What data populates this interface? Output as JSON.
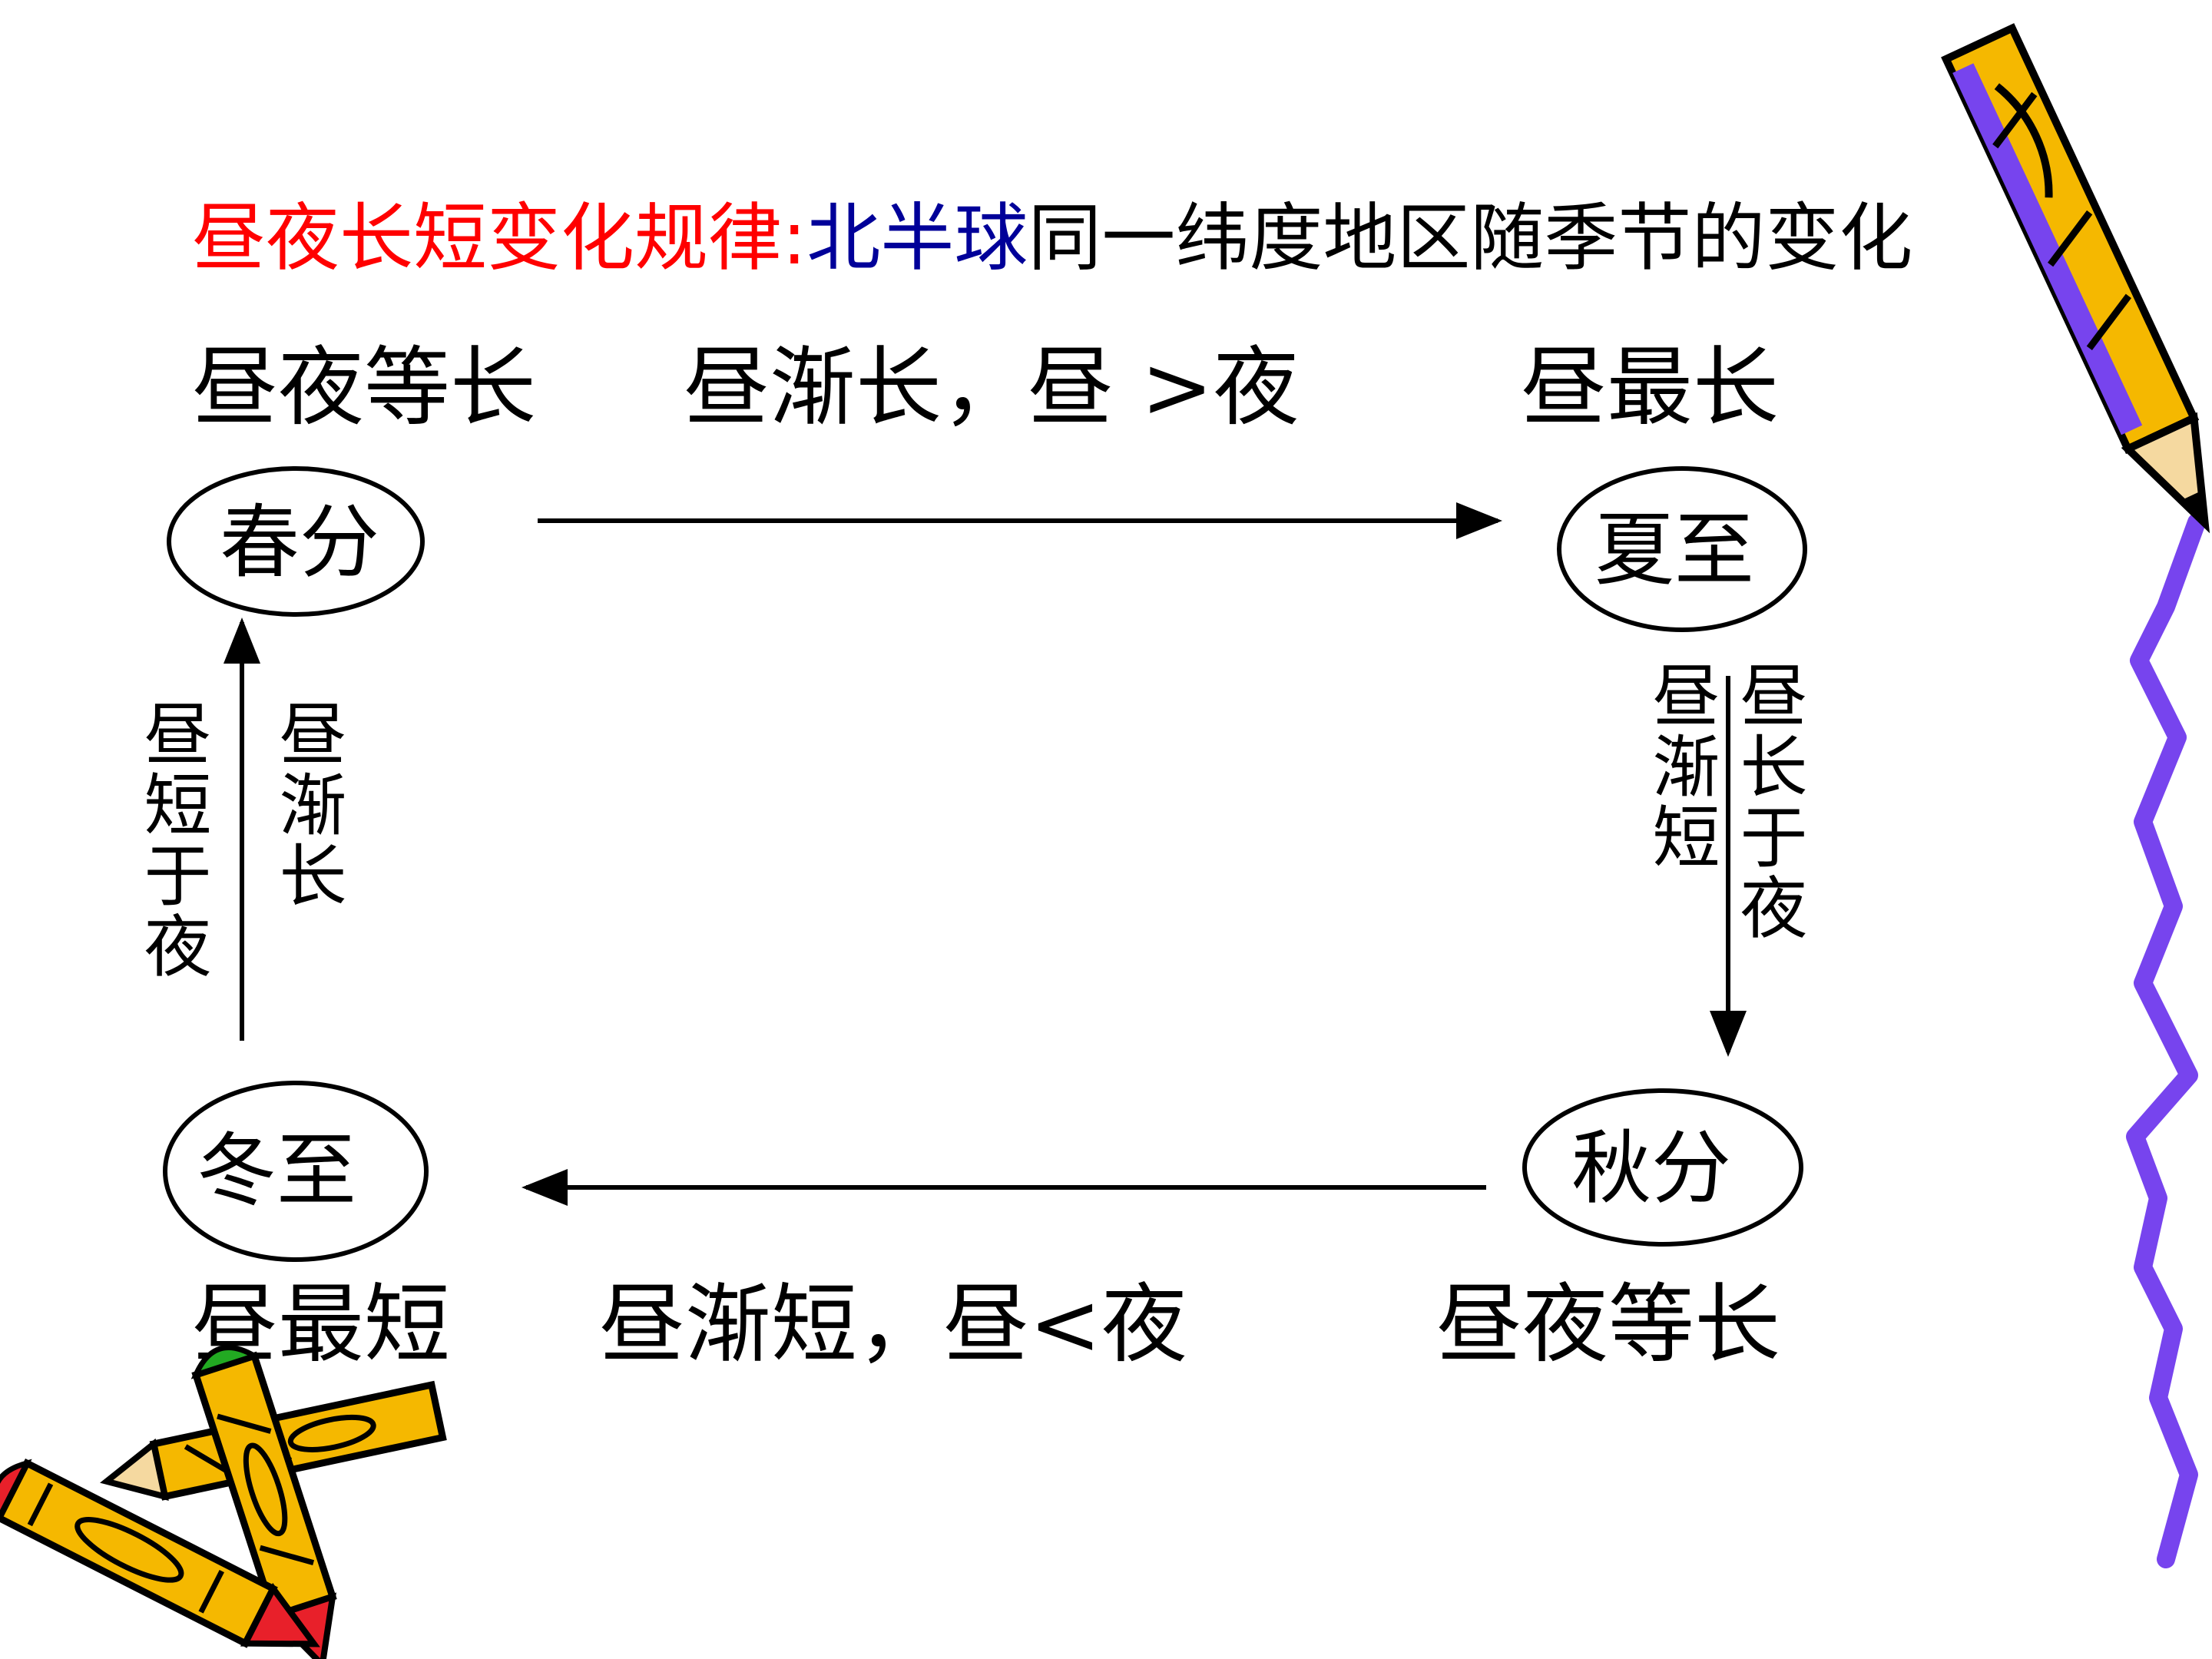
{
  "title": {
    "part1": "昼夜长短变化规律:",
    "part2": "北半球",
    "part3": "同一纬度地区随季节的变化"
  },
  "seasons": {
    "spring": "春分",
    "summer": "夏至",
    "autumn": "秋分",
    "winter": "冬至"
  },
  "labels": {
    "spring_state": "昼夜等长",
    "spring_to_summer": "昼渐长，昼 >夜",
    "summer_state": "昼最长",
    "summer_to_autumn_1": "昼渐短",
    "summer_to_autumn_2": "昼长于夜",
    "autumn_state": "昼夜等长",
    "autumn_to_winter": "昼渐短，昼<夜",
    "winter_state": "昼最短",
    "winter_to_spring_1": "昼短于夜",
    "winter_to_spring_2": "昼渐长"
  },
  "colors": {
    "title_accent": "#ff0000",
    "title_highlight": "#000099",
    "season_text": "#ff0000",
    "squiggle": "#7744ee",
    "crayon_body": "#f5b800",
    "crayon_tip_red": "#e8202a",
    "crayon_tip_green": "#22aa22"
  },
  "icons": [
    "pencil-icon",
    "crayon-icon",
    "crayon-icon",
    "squiggle-line"
  ]
}
